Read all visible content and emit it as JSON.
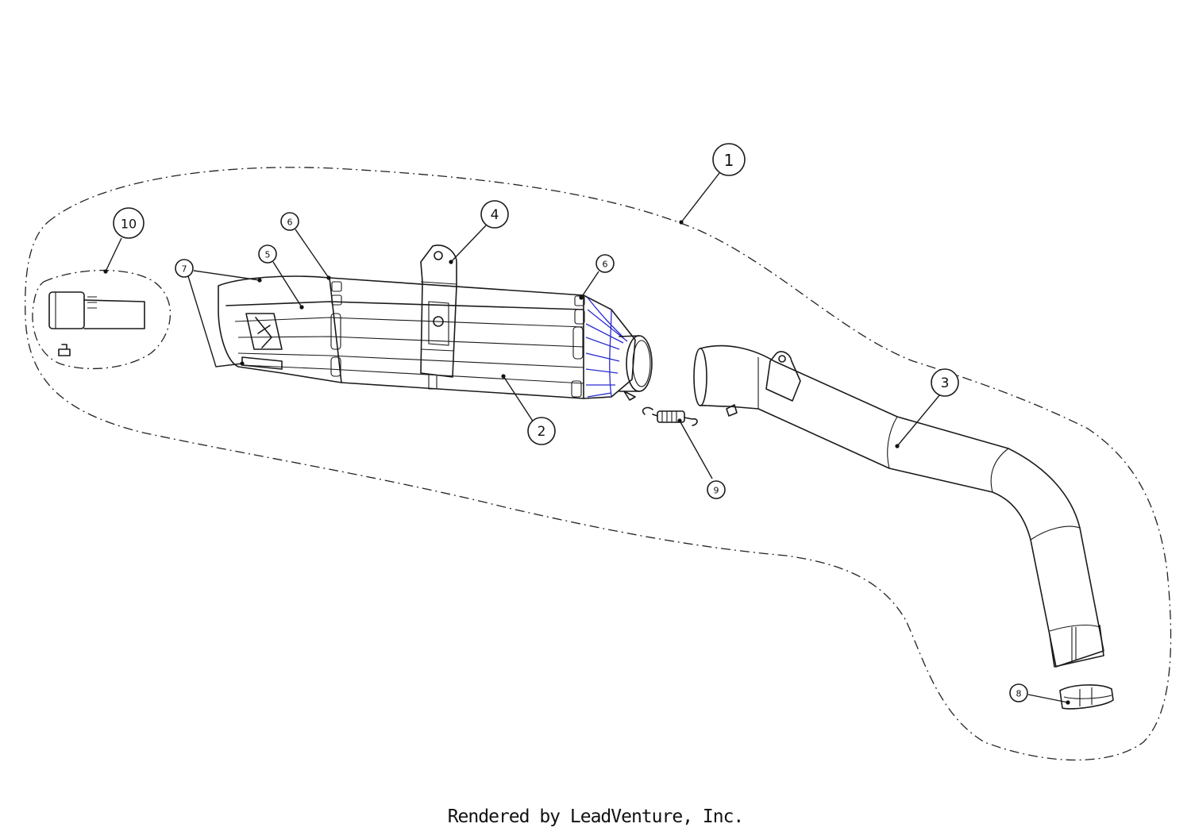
{
  "diagram": {
    "callouts": [
      {
        "id": "callout-1",
        "label": "1"
      },
      {
        "id": "callout-2",
        "label": "2"
      },
      {
        "id": "callout-3",
        "label": "3"
      },
      {
        "id": "callout-4",
        "label": "4"
      },
      {
        "id": "callout-5",
        "label": "5"
      },
      {
        "id": "callout-6a",
        "label": "6"
      },
      {
        "id": "callout-6b",
        "label": "6"
      },
      {
        "id": "callout-7",
        "label": "7"
      },
      {
        "id": "callout-8",
        "label": "8"
      },
      {
        "id": "callout-9",
        "label": "9"
      },
      {
        "id": "callout-10",
        "label": "10"
      }
    ]
  },
  "footer": {
    "text": "Rendered by LeadVenture, Inc."
  }
}
